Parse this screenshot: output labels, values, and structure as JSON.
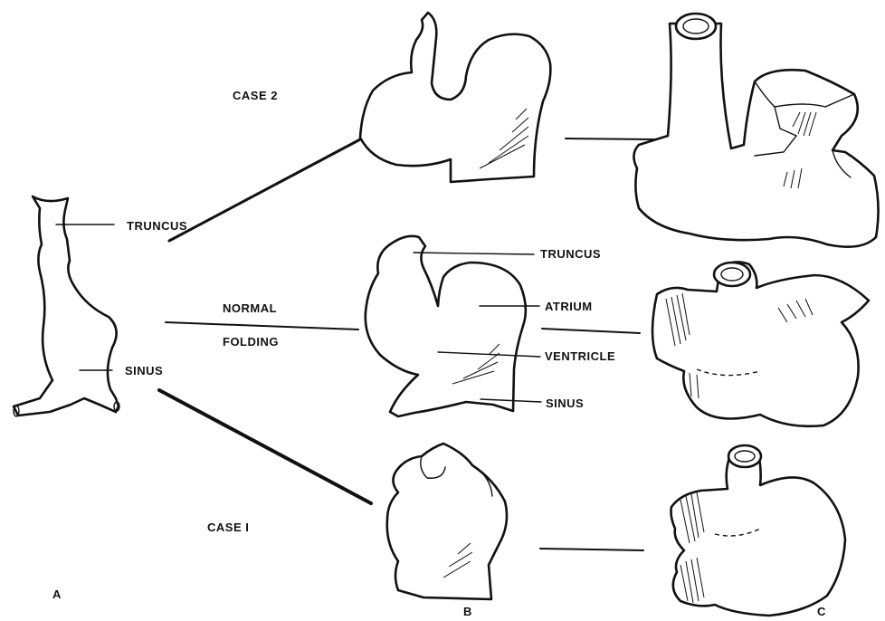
{
  "labels": {
    "case2": "CASE 2",
    "case1": "CASE I",
    "normal": "NORMAL",
    "folding": "FOLDING",
    "truncus_a": "TRUNCUS",
    "sinus_a": "SINUS",
    "truncus_b": "TRUNCUS",
    "atrium": "ATRIUM",
    "ventricle": "VENTRICLE",
    "sinus_b": "SINUS",
    "panel_a": "A",
    "panel_b": "B",
    "panel_c": "C"
  }
}
